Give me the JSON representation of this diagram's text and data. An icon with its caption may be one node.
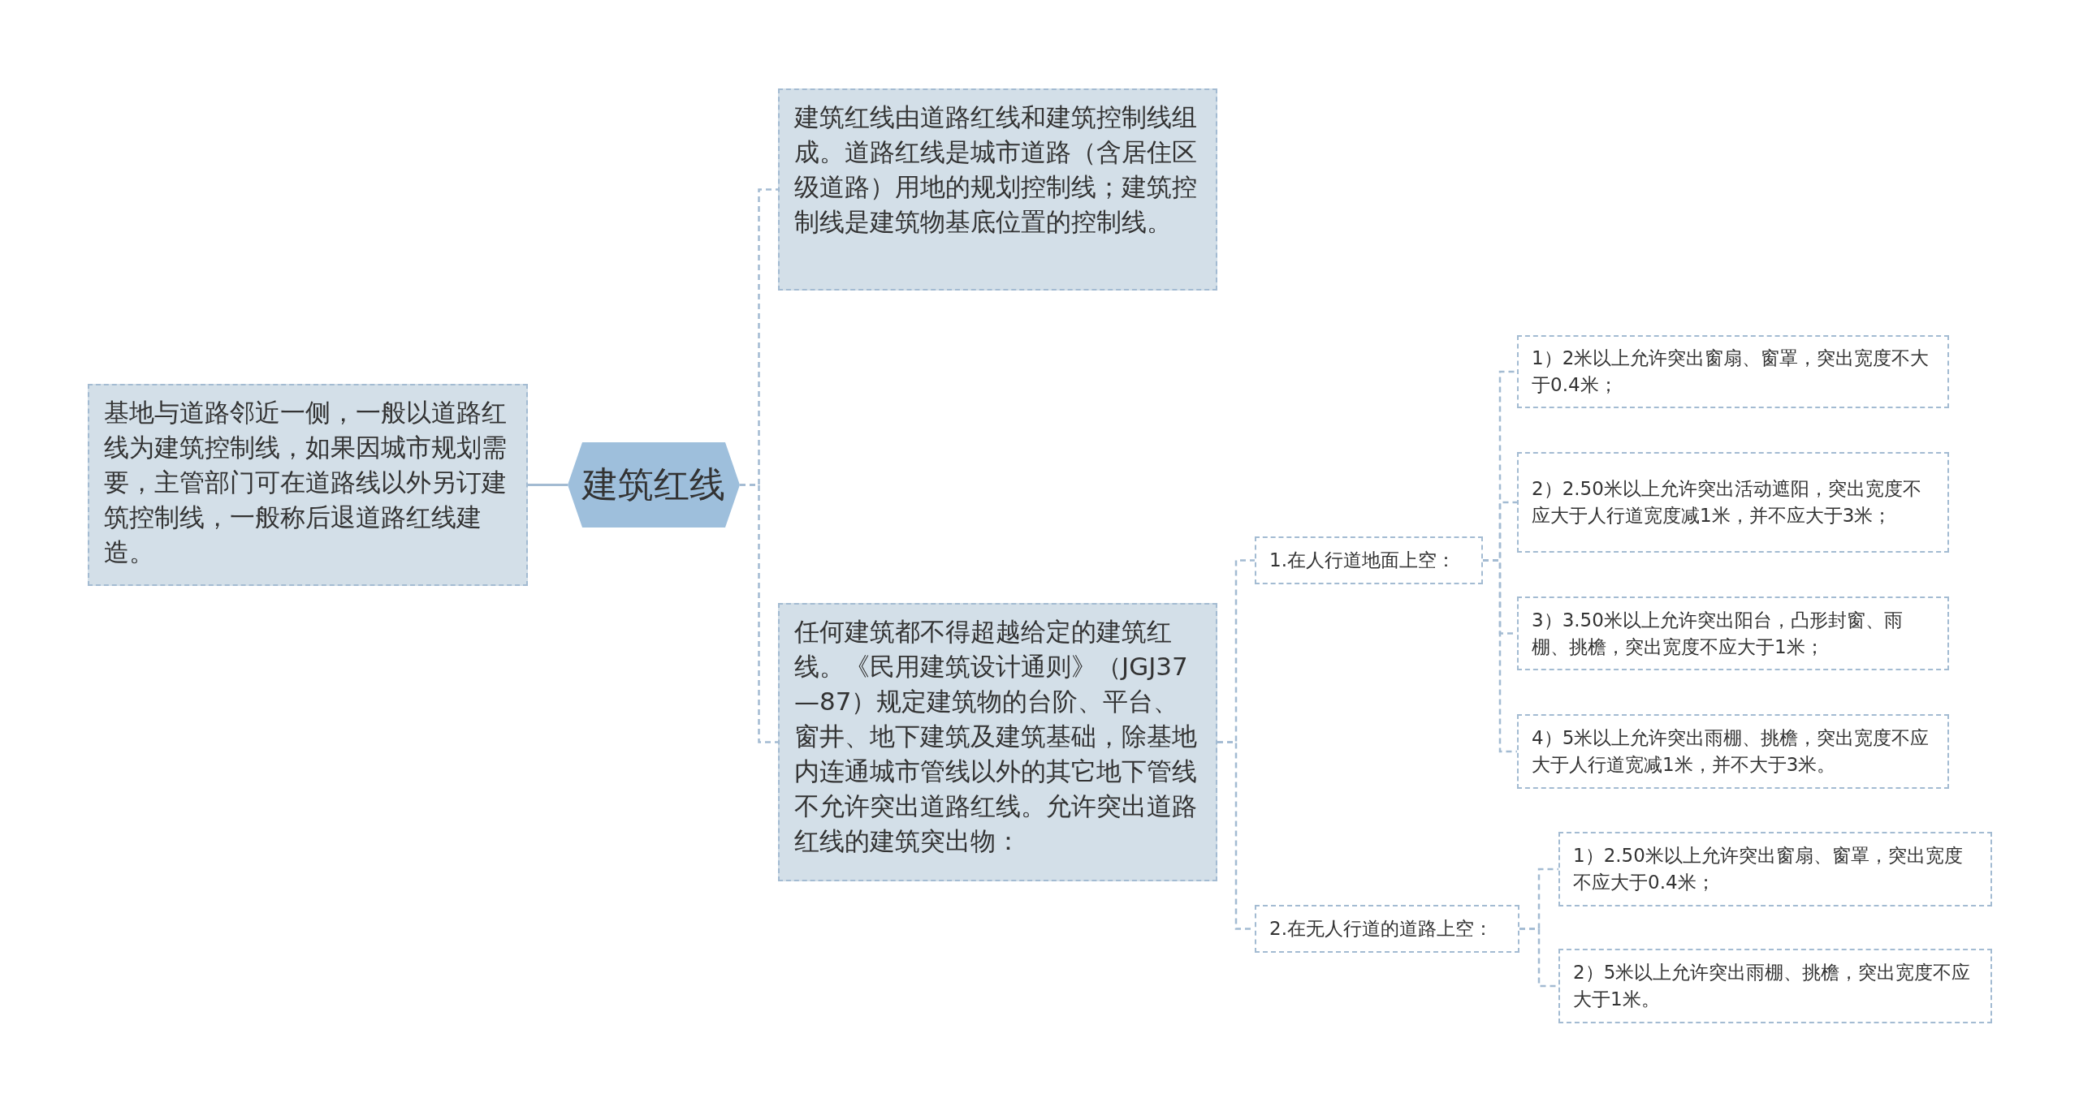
{
  "diagram": {
    "nodes": [
      {
        "text": [
          "建筑红线"
        ]
      },
      {
        "text": [
          "基地与道路邻近一侧，一般以道路红线为建筑控制线，如果因城市规划需要，主管部门可在道路线以外另订建筑控制线，一般称后退道路红线建造。"
        ]
      },
      {
        "text": [
          "建筑红线由道路红线和建筑控制线组成。道路红线是城市道路（含居住区级道路）用地的规划控制线；建筑控制线是建筑物基底位置的控制线。"
        ]
      },
      {
        "text": [
          "任何建筑都不得超越给定的建筑红线。《民用建筑设计通则》（JGJ37—87）规定建筑物的台阶、平台、窗井、地下建筑及建筑基础，除基地内连通城市管线以外的其它地下管线不允许突出道路红线。允许突出道路红线的建筑突出物："
        ]
      },
      {
        "text": [
          "1.在人行道地面上空："
        ]
      },
      {
        "text": [
          "1）2米以上允许突出窗扇、窗罩，突出宽度不大于0.4米；"
        ]
      },
      {
        "text": [
          "2）2.50米以上允许突出活动遮阳，突出宽度不应大于人行道宽度减1米，并不应大于3米；"
        ]
      },
      {
        "text": [
          "3）3.50米以上允许突出阳台，凸形封窗、雨棚、挑檐，突出宽度不应大于1米；"
        ]
      },
      {
        "text": [
          "4）5米以上允许突出雨棚、挑檐，突出宽度不应大于人行道宽减1米，并不大于3米。"
        ]
      },
      {
        "text": [
          "2.在无人行道的道路上空："
        ]
      },
      {
        "text": [
          "1）2.50米以上允许突出窗扇、窗罩，突出宽度不应大于0.4米；"
        ]
      },
      {
        "text": [
          "2）5米以上允许突出雨棚、挑檐，突出宽度不应大于1米。"
        ]
      }
    ],
    "edges": [
      {
        "from": 0,
        "to": 1,
        "arrow": "none"
      },
      {
        "from": 0,
        "to": 2,
        "arrow": "none",
        "style": "dashed"
      },
      {
        "from": 0,
        "to": 3,
        "arrow": "none",
        "style": "dashed"
      },
      {
        "from": 3,
        "to": 4,
        "arrow": "none",
        "style": "dashed"
      },
      {
        "from": 3,
        "to": 9,
        "arrow": "none",
        "style": "dashed"
      },
      {
        "from": 4,
        "to": 5,
        "arrow": "none",
        "style": "dashed"
      },
      {
        "from": 4,
        "to": 6,
        "arrow": "none",
        "style": "dashed"
      },
      {
        "from": 4,
        "to": 7,
        "arrow": "none",
        "style": "dashed"
      },
      {
        "from": 4,
        "to": 8,
        "arrow": "none",
        "style": "dashed"
      },
      {
        "from": 9,
        "to": 10,
        "arrow": "none",
        "style": "dashed"
      },
      {
        "from": 9,
        "to": 11,
        "arrow": "none",
        "style": "dashed"
      }
    ]
  }
}
